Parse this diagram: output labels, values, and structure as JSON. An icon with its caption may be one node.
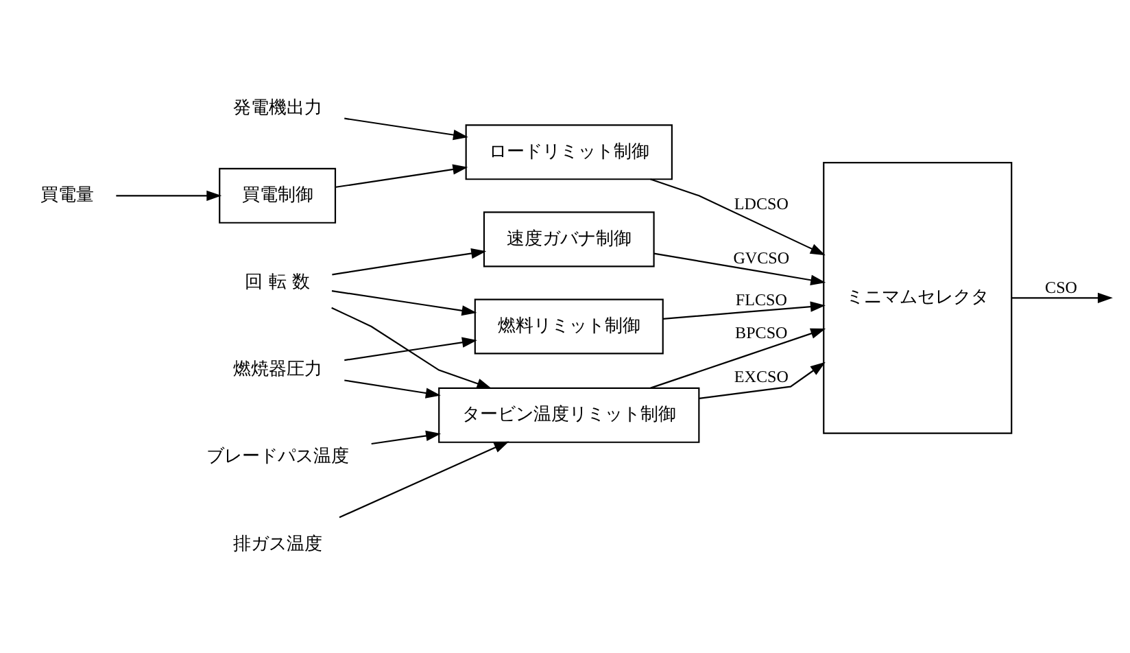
{
  "diagram": {
    "nodes": [
      {
        "text": [
          "発電機出力"
        ]
      },
      {
        "text": [
          "買電量"
        ]
      },
      {
        "text": [
          "買電制御"
        ]
      },
      {
        "text": [
          "ロードリミット制御"
        ]
      },
      {
        "text": [
          "回 転 数"
        ]
      },
      {
        "text": [
          "速度ガバナ制御"
        ]
      },
      {
        "text": [
          "ブレードパス温度"
        ]
      },
      {
        "text": [
          "排ガス温度"
        ]
      },
      {
        "text": [
          "タービン温度リミット制御"
        ]
      },
      {
        "text": [
          "燃焼器圧力"
        ]
      },
      {
        "text": [
          "燃料リミット制御"
        ]
      },
      {
        "text": [
          "ミニマムセレクタ"
        ]
      }
    ],
    "edges": [
      {
        "from": 0,
        "to": 3,
        "arrow": "to"
      },
      {
        "from": 1,
        "to": 2,
        "arrow": "to"
      },
      {
        "from": 2,
        "to": 3,
        "arrow": "to"
      },
      {
        "from": 3,
        "to": 11,
        "arrow": "to",
        "label": "LDCSO"
      },
      {
        "from": 4,
        "to": 5,
        "arrow": "to"
      },
      {
        "from": 4,
        "to": 8,
        "arrow": "to"
      },
      {
        "from": 4,
        "to": 10,
        "arrow": "to"
      },
      {
        "from": 5,
        "to": 11,
        "arrow": "to",
        "label": "GVCSO"
      },
      {
        "from": 6,
        "to": 8,
        "arrow": "to"
      },
      {
        "from": 7,
        "to": 8,
        "arrow": "to"
      },
      {
        "from": 9,
        "to": 8,
        "arrow": "to"
      },
      {
        "from": 9,
        "to": 10,
        "arrow": "to"
      },
      {
        "from": 8,
        "to": 11,
        "arrow": "to",
        "label": "BPCSO"
      },
      {
        "from": 8,
        "to": 11,
        "arrow": "to",
        "label": "EXCSO"
      },
      {
        "from": 10,
        "to": 11,
        "arrow": "to",
        "label": "FLCSO"
      },
      {
        "from": 11,
        "to": null,
        "arrow": "to",
        "label": "CSO"
      }
    ]
  }
}
